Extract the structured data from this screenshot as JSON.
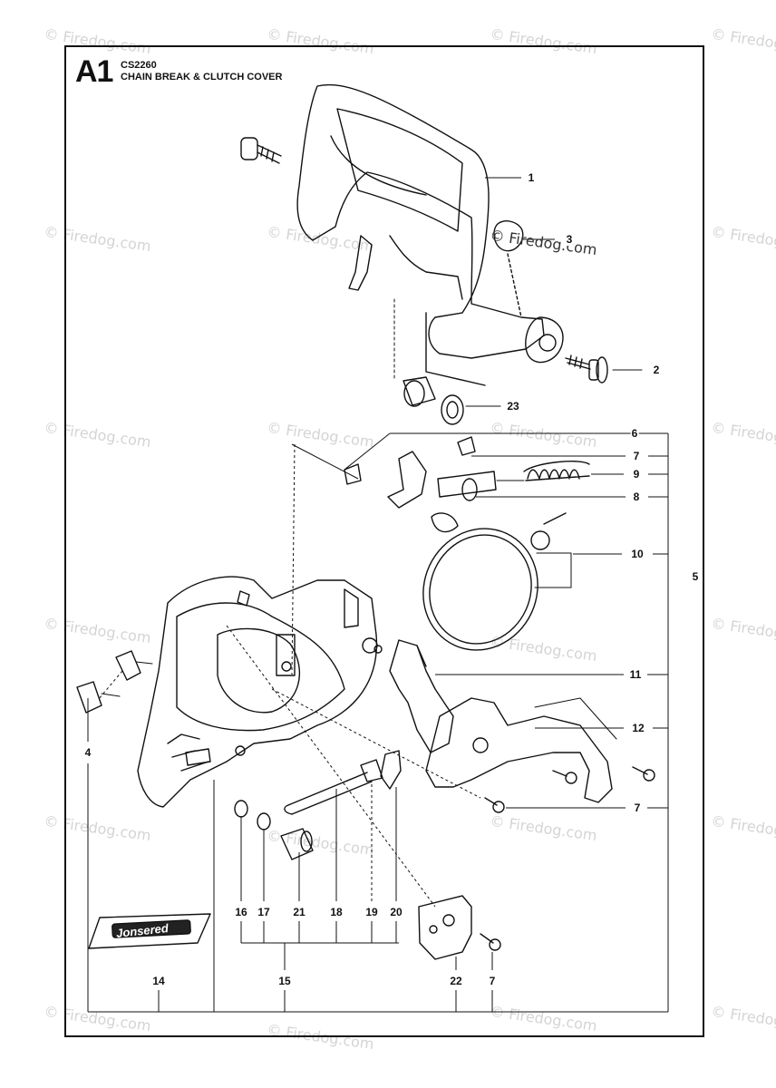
{
  "header": {
    "sheet_id": "A1",
    "model": "CS2260",
    "subtitle": "CHAIN BREAK & CLUTCH COVER"
  },
  "watermark": {
    "text": "© Firedog.com",
    "color": "#d4d4d4",
    "inline_text": "© Firedog.com"
  },
  "logo": {
    "text": "Jonsered"
  },
  "callouts": [
    {
      "id": "c1",
      "label": "1"
    },
    {
      "id": "c2",
      "label": "2"
    },
    {
      "id": "c3",
      "label": "3"
    },
    {
      "id": "c23",
      "label": "23"
    },
    {
      "id": "c6",
      "label": "6"
    },
    {
      "id": "c7a",
      "label": "7"
    },
    {
      "id": "c9",
      "label": "9"
    },
    {
      "id": "c8",
      "label": "8"
    },
    {
      "id": "c10",
      "label": "10"
    },
    {
      "id": "c5",
      "label": "5"
    },
    {
      "id": "c11",
      "label": "11"
    },
    {
      "id": "c12",
      "label": "12"
    },
    {
      "id": "c7b",
      "label": "7"
    },
    {
      "id": "c4",
      "label": "4"
    },
    {
      "id": "c16",
      "label": "16"
    },
    {
      "id": "c17",
      "label": "17"
    },
    {
      "id": "c21",
      "label": "21"
    },
    {
      "id": "c18",
      "label": "18"
    },
    {
      "id": "c19",
      "label": "19"
    },
    {
      "id": "c20",
      "label": "20"
    },
    {
      "id": "c14",
      "label": "14"
    },
    {
      "id": "c15",
      "label": "15"
    },
    {
      "id": "c22",
      "label": "22"
    },
    {
      "id": "c7c",
      "label": "7"
    }
  ]
}
